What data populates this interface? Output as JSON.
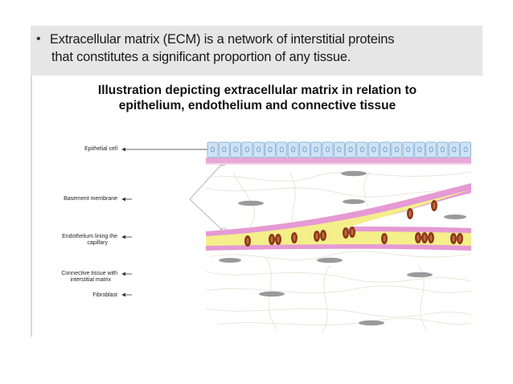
{
  "bullet": {
    "symbol": "•",
    "line1": "Extracellular matrix (ECM) is a network of interstitial proteins",
    "line2": "that constitutes a significant proportion of any tissue."
  },
  "figure": {
    "title_line1": "Illustration depicting extracellular matrix in relation to",
    "title_line2": "epithelium, endothelium and connective tissue"
  },
  "labels": {
    "epithelial_cell": "Epithelial cell",
    "basement_membrane": "Basement membrane",
    "endothelium_line1": "Endothelium lining the",
    "endothelium_line2": "capillary",
    "connective_line1": "Connective tissue with",
    "connective_line2": "interstitial matrix",
    "fibroblast": "Fibroblast"
  },
  "colors": {
    "band": "#e6e6e6",
    "epithelium": "#cfe3f5",
    "basement_membrane": "#e9a8d8",
    "capillary_wall": "#e59ad4",
    "capillary_lumen": "#f4ef8a",
    "red_blood_cell": "#8a3a1c",
    "fibroblast": "#9a9a9a"
  }
}
